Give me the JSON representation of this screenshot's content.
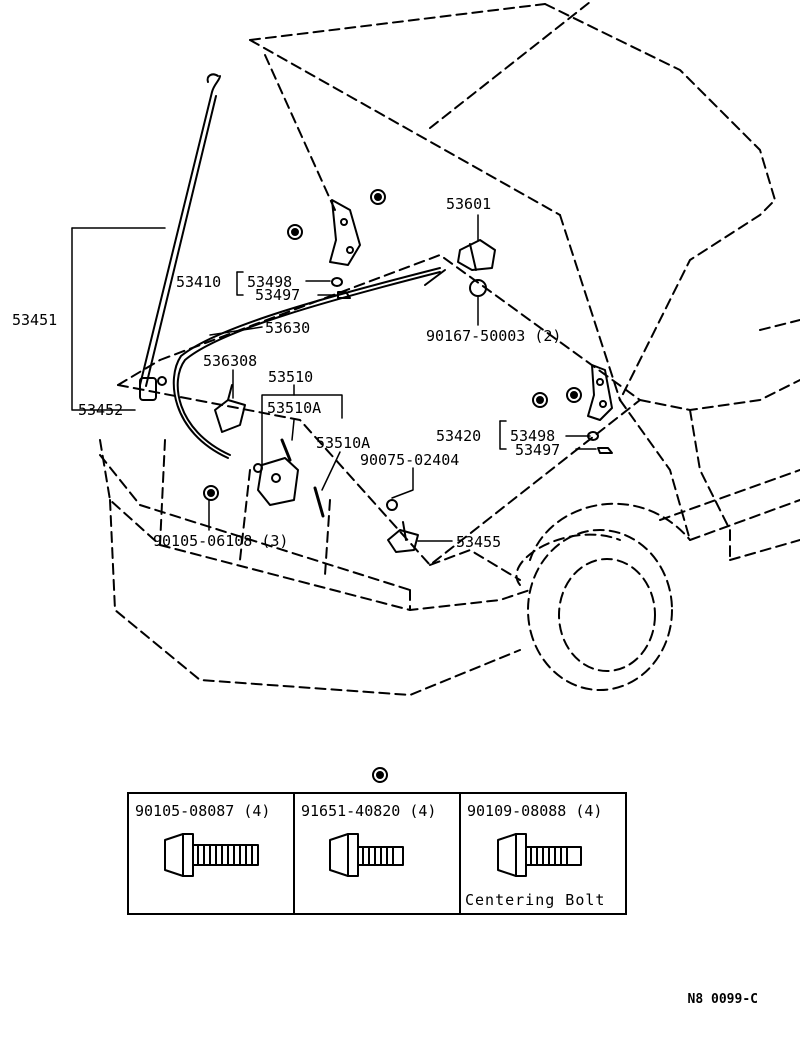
{
  "labels": {
    "hood_stay": "53451",
    "hood_stay_grommet": "53452",
    "hinge_lh": "53410",
    "cushion_lh": "53498",
    "clip_lh": "53497",
    "release_cable": "53630",
    "cable_clamp": "536308",
    "lock_assy": "53510",
    "lock_spring_a": "53510A",
    "lock_spring_b": "53510A",
    "lock_bolt": "90105-06108 (3)",
    "lever_support": "53601",
    "lever_bolt": "90167-50003 (2)",
    "hinge_rh": "53420",
    "cushion_rh": "53498",
    "clip_rh": "53497",
    "striker_bolt": "90075-02404",
    "striker": "53455"
  },
  "fasteners": [
    {
      "part": "90105-08087 (4)",
      "caption": ""
    },
    {
      "part": "91651-40820 (4)",
      "caption": ""
    },
    {
      "part": "90109-08088 (4)",
      "caption": "Centering Bolt"
    }
  ],
  "reference": "N8 0099-C",
  "line_color": "#000000",
  "background": "#ffffff"
}
